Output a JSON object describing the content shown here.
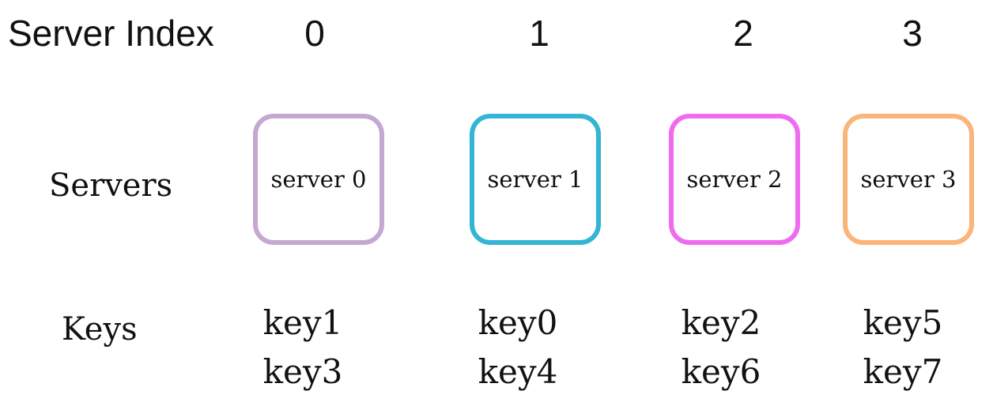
{
  "header": {
    "label": "Server Index",
    "indices": [
      "0",
      "1",
      "2",
      "3"
    ]
  },
  "rows": {
    "servers_label": "Servers",
    "keys_label": "Keys"
  },
  "servers": [
    {
      "name": "server 0",
      "color": "#c4a8d1",
      "keys": [
        "key1",
        "key3"
      ]
    },
    {
      "name": "server 1",
      "color": "#33b5d5",
      "keys": [
        "key0",
        "key4"
      ]
    },
    {
      "name": "server 2",
      "color": "#f06bef",
      "keys": [
        "key2",
        "key6"
      ]
    },
    {
      "name": "server 3",
      "color": "#fbb479",
      "keys": [
        "key5",
        "key7"
      ]
    }
  ]
}
